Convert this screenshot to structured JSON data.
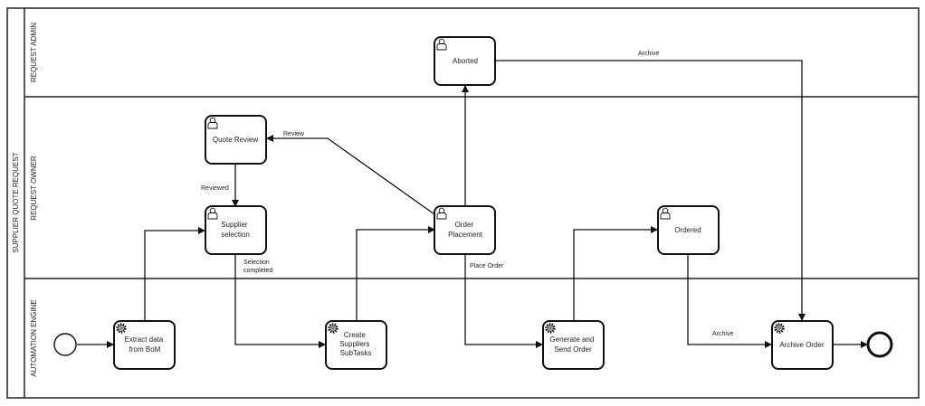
{
  "pool": {
    "label": "SUPPLIER QUOTE REQUEST"
  },
  "lanes": {
    "admin": "REQUEST ADMIN",
    "owner": "REQUEST OWNER",
    "engine": "AUTOMATION ENGINE"
  },
  "tasks": {
    "aborted": [
      "Aborted"
    ],
    "quote_review": [
      "Quote Review"
    ],
    "supplier_selection": [
      "Supplier",
      "selection"
    ],
    "order_placement": [
      "Order",
      "Placement"
    ],
    "ordered": [
      "Ordered"
    ],
    "extract_data": [
      "Extract data",
      "from BoM"
    ],
    "create_subtasks": [
      "Create",
      "Suppliers",
      "SubTasks"
    ],
    "generate_order": [
      "Generate and",
      "Send Order"
    ],
    "archive_order": [
      "Archive Order"
    ]
  },
  "flow_labels": {
    "archive_top": "Archive",
    "review": "Review",
    "reviewed": "Reviewed",
    "selection_completed": [
      "Selection",
      "completed"
    ],
    "place_order": "Place Order",
    "archive_bottom": "Archive"
  }
}
